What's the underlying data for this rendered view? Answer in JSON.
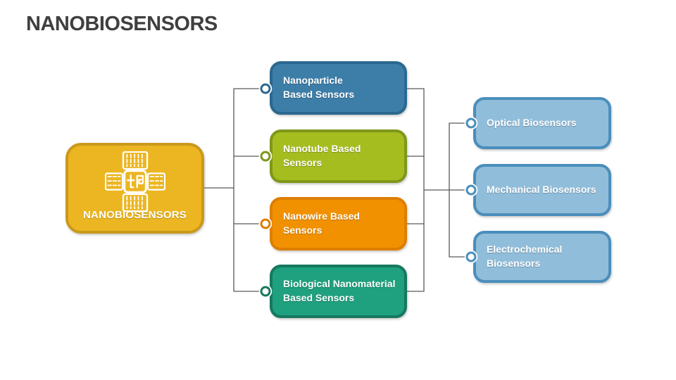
{
  "slide": {
    "title": "NANOBIOSENSORS"
  },
  "root": {
    "label": "NANOBIOSENSORS",
    "icon": "nanobiosensor-chip-icon",
    "colors": {
      "fill": "#ECB622",
      "border": "#C9991B"
    }
  },
  "level1": [
    {
      "label": [
        "Nanoparticle",
        "Based Sensors"
      ],
      "colors": {
        "fill": "#3D7EA8",
        "border": "#2B6890"
      }
    },
    {
      "label": [
        "Nanotube Based",
        "Sensors"
      ],
      "colors": {
        "fill": "#A6BD20",
        "border": "#7E981A"
      }
    },
    {
      "label": [
        "Nanowire Based",
        "Sensors"
      ],
      "colors": {
        "fill": "#F29100",
        "border": "#DE7E00"
      }
    },
    {
      "label": [
        "Biological Nanomaterial",
        "Based Sensors"
      ],
      "colors": {
        "fill": "#1FA07E",
        "border": "#15795F"
      }
    }
  ],
  "level2": [
    {
      "label": [
        "Optical Biosensors"
      ]
    },
    {
      "label": [
        "Mechanical Biosensors"
      ]
    },
    {
      "label": [
        "Electrochemical",
        "Biosensors"
      ]
    }
  ],
  "level2_style": {
    "fill": "#90BDDA",
    "border": "#4A8EBC"
  },
  "connector": {
    "color": "#595959"
  }
}
